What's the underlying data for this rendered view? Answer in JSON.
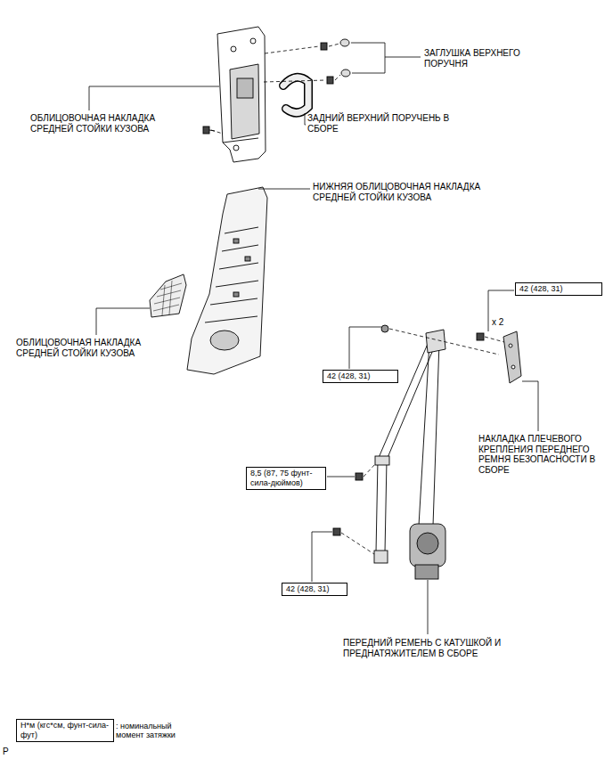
{
  "diagram": {
    "nodes": [
      {
        "text": [
          "42 (428, 31)"
        ]
      },
      {
        "text": [
          "42 (428, 31)"
        ]
      },
      {
        "text": [
          "8,5 (87, 75 фунт-сила-дюймов)"
        ]
      },
      {
        "text": [
          "42 (428, 31)"
        ]
      },
      {
        "text": [
          "Н*м (кгс*см, фунт-сила-фут)"
        ]
      }
    ],
    "labels": [
      "ЗАГЛУШКА ВЕРХНЕГО ПОРУЧНЯ",
      "ОБЛИЦОВОЧНАЯ НАКЛАДКА СРЕДНЕЙ СТОЙКИ КУЗОВА",
      "ЗАДНИЙ ВЕРХНИЙ ПОРУЧЕНЬ В СБОРЕ",
      "НИЖНЯЯ ОБЛИЦОВОЧНАЯ НАКЛАДКА СРЕДНЕЙ СТОЙКИ КУЗОВА",
      "ОБЛИЦОВОЧНАЯ НАКЛАДКА СРЕДНЕЙ СТОЙКИ КУЗОВА",
      "x 2",
      "НАКЛАДКА ПЛЕЧЕВОГО КРЕПЛЕНИЯ ПЕРЕДНЕГО РЕМНЯ БЕЗОПАСНОСТИ В СБОРЕ",
      "ПЕРЕДНИЙ РЕМЕНЬ С КАТУШКОЙ И ПРЕДНАТЯЖИТЕЛЕМ В СБОРЕ",
      ": номинальный момент затяжки",
      "P"
    ]
  }
}
